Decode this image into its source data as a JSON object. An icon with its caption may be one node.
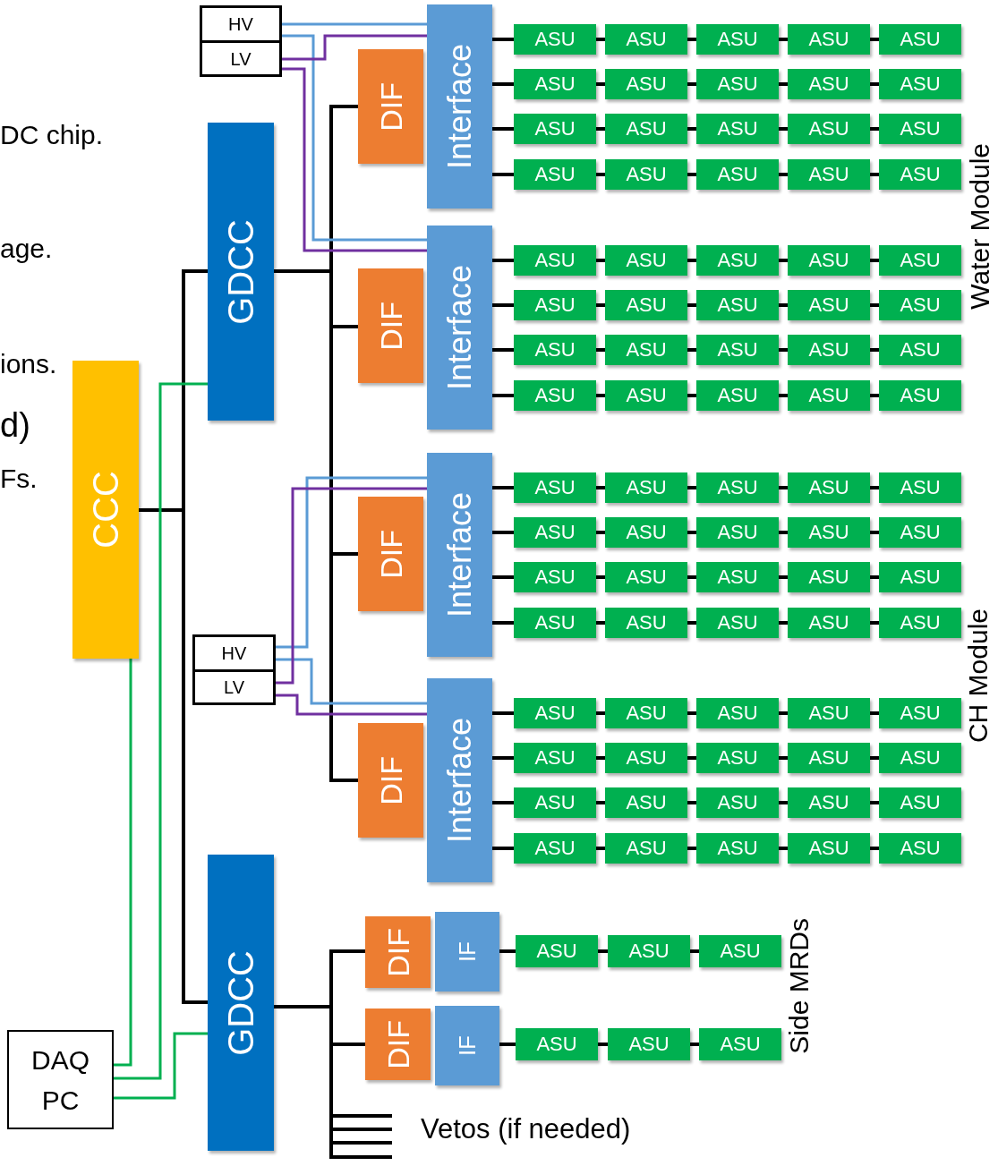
{
  "diagram": {
    "nodes": [
      {
        "text": [
          "HV"
        ]
      },
      {
        "text": [
          "LV"
        ]
      },
      {
        "text": [
          "GDCC"
        ]
      },
      {
        "text": [
          "CCC"
        ]
      },
      {
        "text": [
          "HV"
        ]
      },
      {
        "text": [
          "LV"
        ]
      },
      {
        "text": [
          "GDCC"
        ]
      },
      {
        "text": [
          "DAQ PC"
        ]
      },
      {
        "text": [
          "DIF"
        ]
      },
      {
        "text": [
          "Interface"
        ]
      },
      {
        "text": [
          "ASU"
        ]
      },
      {
        "text": [
          "ASU"
        ]
      },
      {
        "text": [
          "ASU"
        ]
      },
      {
        "text": [
          "ASU"
        ]
      },
      {
        "text": [
          "ASU"
        ]
      },
      {
        "text": [
          "ASU"
        ]
      },
      {
        "text": [
          "ASU"
        ]
      },
      {
        "text": [
          "ASU"
        ]
      },
      {
        "text": [
          "ASU"
        ]
      },
      {
        "text": [
          "ASU"
        ]
      },
      {
        "text": [
          "ASU"
        ]
      },
      {
        "text": [
          "ASU"
        ]
      },
      {
        "text": [
          "ASU"
        ]
      },
      {
        "text": [
          "ASU"
        ]
      },
      {
        "text": [
          "ASU"
        ]
      },
      {
        "text": [
          "ASU"
        ]
      },
      {
        "text": [
          "ASU"
        ]
      },
      {
        "text": [
          "ASU"
        ]
      },
      {
        "text": [
          "ASU"
        ]
      },
      {
        "text": [
          "ASU"
        ]
      },
      {
        "text": [
          "DIF"
        ]
      },
      {
        "text": [
          "Interface"
        ]
      },
      {
        "text": [
          "ASU"
        ]
      },
      {
        "text": [
          "ASU"
        ]
      },
      {
        "text": [
          "ASU"
        ]
      },
      {
        "text": [
          "ASU"
        ]
      },
      {
        "text": [
          "ASU"
        ]
      },
      {
        "text": [
          "ASU"
        ]
      },
      {
        "text": [
          "ASU"
        ]
      },
      {
        "text": [
          "ASU"
        ]
      },
      {
        "text": [
          "ASU"
        ]
      },
      {
        "text": [
          "ASU"
        ]
      },
      {
        "text": [
          "ASU"
        ]
      },
      {
        "text": [
          "ASU"
        ]
      },
      {
        "text": [
          "ASU"
        ]
      },
      {
        "text": [
          "ASU"
        ]
      },
      {
        "text": [
          "ASU"
        ]
      },
      {
        "text": [
          "ASU"
        ]
      },
      {
        "text": [
          "ASU"
        ]
      },
      {
        "text": [
          "ASU"
        ]
      },
      {
        "text": [
          "ASU"
        ]
      },
      {
        "text": [
          "ASU"
        ]
      },
      {
        "text": [
          "DIF"
        ]
      },
      {
        "text": [
          "Interface"
        ]
      },
      {
        "text": [
          "ASU"
        ]
      },
      {
        "text": [
          "ASU"
        ]
      },
      {
        "text": [
          "ASU"
        ]
      },
      {
        "text": [
          "ASU"
        ]
      },
      {
        "text": [
          "ASU"
        ]
      },
      {
        "text": [
          "ASU"
        ]
      },
      {
        "text": [
          "ASU"
        ]
      },
      {
        "text": [
          "ASU"
        ]
      },
      {
        "text": [
          "ASU"
        ]
      },
      {
        "text": [
          "ASU"
        ]
      },
      {
        "text": [
          "ASU"
        ]
      },
      {
        "text": [
          "ASU"
        ]
      },
      {
        "text": [
          "ASU"
        ]
      },
      {
        "text": [
          "ASU"
        ]
      },
      {
        "text": [
          "ASU"
        ]
      },
      {
        "text": [
          "ASU"
        ]
      },
      {
        "text": [
          "ASU"
        ]
      },
      {
        "text": [
          "ASU"
        ]
      },
      {
        "text": [
          "ASU"
        ]
      },
      {
        "text": [
          "ASU"
        ]
      },
      {
        "text": [
          "DIF"
        ]
      },
      {
        "text": [
          "Interface"
        ]
      },
      {
        "text": [
          "ASU"
        ]
      },
      {
        "text": [
          "ASU"
        ]
      },
      {
        "text": [
          "ASU"
        ]
      },
      {
        "text": [
          "ASU"
        ]
      },
      {
        "text": [
          "ASU"
        ]
      },
      {
        "text": [
          "ASU"
        ]
      },
      {
        "text": [
          "ASU"
        ]
      },
      {
        "text": [
          "ASU"
        ]
      },
      {
        "text": [
          "ASU"
        ]
      },
      {
        "text": [
          "ASU"
        ]
      },
      {
        "text": [
          "ASU"
        ]
      },
      {
        "text": [
          "ASU"
        ]
      },
      {
        "text": [
          "ASU"
        ]
      },
      {
        "text": [
          "ASU"
        ]
      },
      {
        "text": [
          "ASU"
        ]
      },
      {
        "text": [
          "ASU"
        ]
      },
      {
        "text": [
          "ASU"
        ]
      },
      {
        "text": [
          "ASU"
        ]
      },
      {
        "text": [
          "ASU"
        ]
      },
      {
        "text": [
          "ASU"
        ]
      },
      {
        "text": [
          "DIF"
        ]
      },
      {
        "text": [
          "IF"
        ]
      },
      {
        "text": [
          "ASU"
        ]
      },
      {
        "text": [
          "ASU"
        ]
      },
      {
        "text": [
          "ASU"
        ]
      },
      {
        "text": [
          "DIF"
        ]
      },
      {
        "text": [
          "IF"
        ]
      },
      {
        "text": [
          "ASU"
        ]
      },
      {
        "text": [
          "ASU"
        ]
      },
      {
        "text": [
          "ASU"
        ]
      }
    ],
    "edges": [
      {
        "from": 3,
        "to": 2,
        "arrow": "none"
      },
      {
        "from": 3,
        "to": 6,
        "arrow": "none"
      },
      {
        "from": 2,
        "to": 8,
        "arrow": "none"
      },
      {
        "from": 2,
        "to": 30,
        "arrow": "none"
      },
      {
        "from": 2,
        "to": 52,
        "arrow": "none"
      },
      {
        "from": 2,
        "to": 74,
        "arrow": "none"
      },
      {
        "from": 0,
        "to": 9,
        "arrow": "none",
        "color": "#5b9bd5"
      },
      {
        "from": 0,
        "to": 31,
        "arrow": "none",
        "color": "#5b9bd5"
      },
      {
        "from": 1,
        "to": 9,
        "arrow": "none",
        "color": "#7030a0"
      },
      {
        "from": 1,
        "to": 31,
        "arrow": "none",
        "color": "#7030a0"
      },
      {
        "from": 4,
        "to": 53,
        "arrow": "none",
        "color": "#5b9bd5"
      },
      {
        "from": 4,
        "to": 75,
        "arrow": "none",
        "color": "#5b9bd5"
      },
      {
        "from": 5,
        "to": 53,
        "arrow": "none",
        "color": "#7030a0"
      },
      {
        "from": 5,
        "to": 75,
        "arrow": "none",
        "color": "#7030a0"
      },
      {
        "from": 7,
        "to": 3,
        "arrow": "none",
        "color": "#00b050"
      },
      {
        "from": 7,
        "to": 2,
        "arrow": "none",
        "color": "#00b050"
      },
      {
        "from": 7,
        "to": 6,
        "arrow": "none",
        "color": "#00b050"
      },
      {
        "from": 6,
        "to": 96,
        "arrow": "none"
      },
      {
        "from": 6,
        "to": 101,
        "arrow": "none"
      },
      {
        "from": 6,
        "to": null,
        "arrow": "none"
      },
      {
        "from": 6,
        "to": null,
        "arrow": "none"
      },
      {
        "from": 6,
        "to": null,
        "arrow": "none"
      },
      {
        "from": 6,
        "to": null,
        "arrow": "none"
      },
      {
        "from": 9,
        "to": 10,
        "arrow": "none"
      },
      {
        "from": 10,
        "to": 11,
        "arrow": "none"
      },
      {
        "from": 11,
        "to": 12,
        "arrow": "none"
      },
      {
        "from": 12,
        "to": 13,
        "arrow": "none"
      },
      {
        "from": 13,
        "to": 14,
        "arrow": "none"
      },
      {
        "from": 9,
        "to": 15,
        "arrow": "none"
      },
      {
        "from": 15,
        "to": 16,
        "arrow": "none"
      },
      {
        "from": 16,
        "to": 17,
        "arrow": "none"
      },
      {
        "from": 17,
        "to": 18,
        "arrow": "none"
      },
      {
        "from": 18,
        "to": 19,
        "arrow": "none"
      },
      {
        "from": 9,
        "to": 20,
        "arrow": "none"
      },
      {
        "from": 20,
        "to": 21,
        "arrow": "none"
      },
      {
        "from": 21,
        "to": 22,
        "arrow": "none"
      },
      {
        "from": 22,
        "to": 23,
        "arrow": "none"
      },
      {
        "from": 23,
        "to": 24,
        "arrow": "none"
      },
      {
        "from": 9,
        "to": 25,
        "arrow": "none"
      },
      {
        "from": 25,
        "to": 26,
        "arrow": "none"
      },
      {
        "from": 26,
        "to": 27,
        "arrow": "none"
      },
      {
        "from": 27,
        "to": 28,
        "arrow": "none"
      },
      {
        "from": 28,
        "to": 29,
        "arrow": "none"
      },
      {
        "from": 31,
        "to": 32,
        "arrow": "none"
      },
      {
        "from": 32,
        "to": 33,
        "arrow": "none"
      },
      {
        "from": 33,
        "to": 34,
        "arrow": "none"
      },
      {
        "from": 34,
        "to": 35,
        "arrow": "none"
      },
      {
        "from": 35,
        "to": 36,
        "arrow": "none"
      },
      {
        "from": 31,
        "to": 37,
        "arrow": "none"
      },
      {
        "from": 37,
        "to": 38,
        "arrow": "none"
      },
      {
        "from": 38,
        "to": 39,
        "arrow": "none"
      },
      {
        "from": 39,
        "to": 40,
        "arrow": "none"
      },
      {
        "from": 40,
        "to": 41,
        "arrow": "none"
      },
      {
        "from": 31,
        "to": 42,
        "arrow": "none"
      },
      {
        "from": 42,
        "to": 43,
        "arrow": "none"
      },
      {
        "from": 43,
        "to": 44,
        "arrow": "none"
      },
      {
        "from": 44,
        "to": 45,
        "arrow": "none"
      },
      {
        "from": 45,
        "to": 46,
        "arrow": "none"
      },
      {
        "from": 31,
        "to": 47,
        "arrow": "none"
      },
      {
        "from": 47,
        "to": 48,
        "arrow": "none"
      },
      {
        "from": 48,
        "to": 49,
        "arrow": "none"
      },
      {
        "from": 49,
        "to": 50,
        "arrow": "none"
      },
      {
        "from": 50,
        "to": 51,
        "arrow": "none"
      },
      {
        "from": 53,
        "to": 54,
        "arrow": "none"
      },
      {
        "from": 54,
        "to": 55,
        "arrow": "none"
      },
      {
        "from": 55,
        "to": 56,
        "arrow": "none"
      },
      {
        "from": 56,
        "to": 57,
        "arrow": "none"
      },
      {
        "from": 57,
        "to": 58,
        "arrow": "none"
      },
      {
        "from": 53,
        "to": 59,
        "arrow": "none"
      },
      {
        "from": 59,
        "to": 60,
        "arrow": "none"
      },
      {
        "from": 60,
        "to": 61,
        "arrow": "none"
      },
      {
        "from": 61,
        "to": 62,
        "arrow": "none"
      },
      {
        "from": 62,
        "to": 63,
        "arrow": "none"
      },
      {
        "from": 53,
        "to": 64,
        "arrow": "none"
      },
      {
        "from": 64,
        "to": 65,
        "arrow": "none"
      },
      {
        "from": 65,
        "to": 66,
        "arrow": "none"
      },
      {
        "from": 66,
        "to": 67,
        "arrow": "none"
      },
      {
        "from": 67,
        "to": 68,
        "arrow": "none"
      },
      {
        "from": 53,
        "to": 69,
        "arrow": "none"
      },
      {
        "from": 69,
        "to": 70,
        "arrow": "none"
      },
      {
        "from": 70,
        "to": 71,
        "arrow": "none"
      },
      {
        "from": 71,
        "to": 72,
        "arrow": "none"
      },
      {
        "from": 72,
        "to": 73,
        "arrow": "none"
      },
      {
        "from": 75,
        "to": 76,
        "arrow": "none"
      },
      {
        "from": 76,
        "to": 77,
        "arrow": "none"
      },
      {
        "from": 77,
        "to": 78,
        "arrow": "none"
      },
      {
        "from": 78,
        "to": 79,
        "arrow": "none"
      },
      {
        "from": 79,
        "to": 80,
        "arrow": "none"
      },
      {
        "from": 75,
        "to": 81,
        "arrow": "none"
      },
      {
        "from": 81,
        "to": 82,
        "arrow": "none"
      },
      {
        "from": 82,
        "to": 83,
        "arrow": "none"
      },
      {
        "from": 83,
        "to": 84,
        "arrow": "none"
      },
      {
        "from": 84,
        "to": 85,
        "arrow": "none"
      },
      {
        "from": 75,
        "to": 86,
        "arrow": "none"
      },
      {
        "from": 86,
        "to": 87,
        "arrow": "none"
      },
      {
        "from": 87,
        "to": 88,
        "arrow": "none"
      },
      {
        "from": 88,
        "to": 89,
        "arrow": "none"
      },
      {
        "from": 89,
        "to": 90,
        "arrow": "none"
      },
      {
        "from": 75,
        "to": 91,
        "arrow": "none"
      },
      {
        "from": 91,
        "to": 92,
        "arrow": "none"
      },
      {
        "from": 92,
        "to": 93,
        "arrow": "none"
      },
      {
        "from": 93,
        "to": 94,
        "arrow": "none"
      },
      {
        "from": 94,
        "to": 95,
        "arrow": "none"
      },
      {
        "from": 97,
        "to": 98,
        "arrow": "none"
      },
      {
        "from": 98,
        "to": 99,
        "arrow": "none"
      },
      {
        "from": 99,
        "to": 100,
        "arrow": "none"
      },
      {
        "from": 102,
        "to": 103,
        "arrow": "none"
      },
      {
        "from": 103,
        "to": 104,
        "arrow": "none"
      },
      {
        "from": 104,
        "to": 105,
        "arrow": "none"
      }
    ],
    "labels": [
      "DC chip.",
      "age.",
      "ions.",
      "d)",
      "Fs.",
      "Water Module",
      "CH Module",
      "Side MRDs",
      "Vetos (if needed)"
    ]
  }
}
